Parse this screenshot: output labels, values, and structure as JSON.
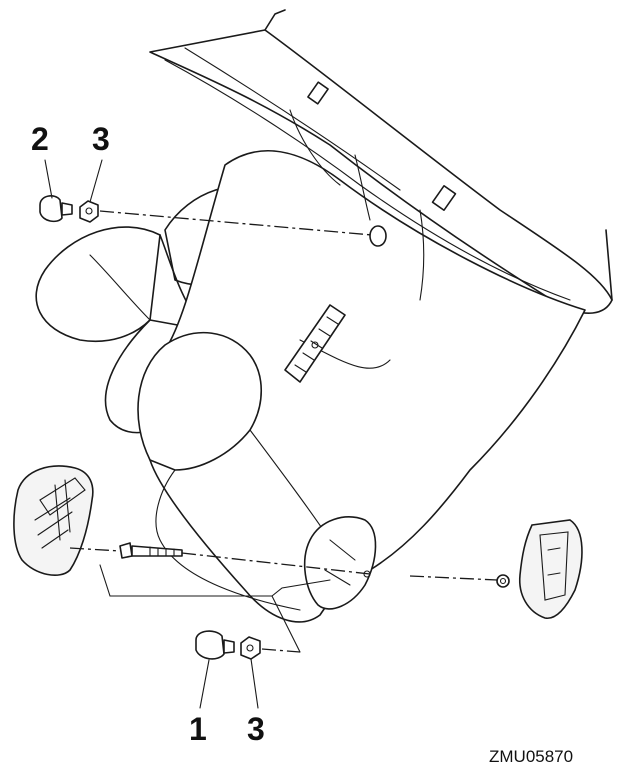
{
  "callouts": {
    "label_1": "1",
    "label_2": "2",
    "label_3_top": "3",
    "label_3_bottom": "3"
  },
  "figure_code": "ZMU05870"
}
